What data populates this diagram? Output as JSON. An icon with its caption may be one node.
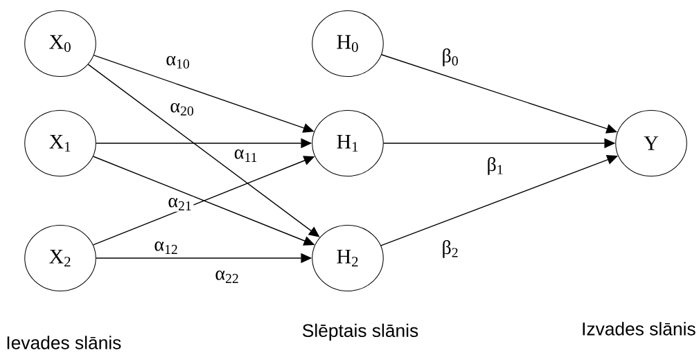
{
  "diagram": {
    "nodes": [
      {
        "text": [
          "X$_{0}$"
        ]
      },
      {
        "text": [
          "X$_{1}$"
        ]
      },
      {
        "text": [
          "X$_{2}$"
        ]
      },
      {
        "text": [
          "H$_{0}$"
        ]
      },
      {
        "text": [
          "H$_{1}$"
        ]
      },
      {
        "text": [
          "H$_{2}$"
        ]
      },
      {
        "text": [
          "Y"
        ]
      }
    ],
    "edges": [
      {
        "from": 0,
        "to": 4,
        "arrow": "to",
        "label": "α$_{10}$"
      },
      {
        "from": 0,
        "to": 5,
        "arrow": "to",
        "label": "α$_{20}$"
      },
      {
        "from": 1,
        "to": 4,
        "arrow": "to",
        "label": "α$_{11}$"
      },
      {
        "from": 1,
        "to": 5,
        "arrow": "to",
        "label": "α$_{21}$"
      },
      {
        "from": 2,
        "to": 4,
        "arrow": "to",
        "label": "α$_{12}$"
      },
      {
        "from": 2,
        "to": 5,
        "arrow": "to",
        "label": "α$_{22}$"
      },
      {
        "from": 3,
        "to": 6,
        "arrow": "to",
        "label": "β$_{0}$"
      },
      {
        "from": 4,
        "to": 6,
        "arrow": "to",
        "label": "β$_{1}$"
      },
      {
        "from": 5,
        "to": 6,
        "arrow": "to",
        "label": "β$_{2}$"
      }
    ],
    "labels": [
      "Ievades slānis",
      "Slēptais slānis",
      "Izvades slānis"
    ]
  }
}
